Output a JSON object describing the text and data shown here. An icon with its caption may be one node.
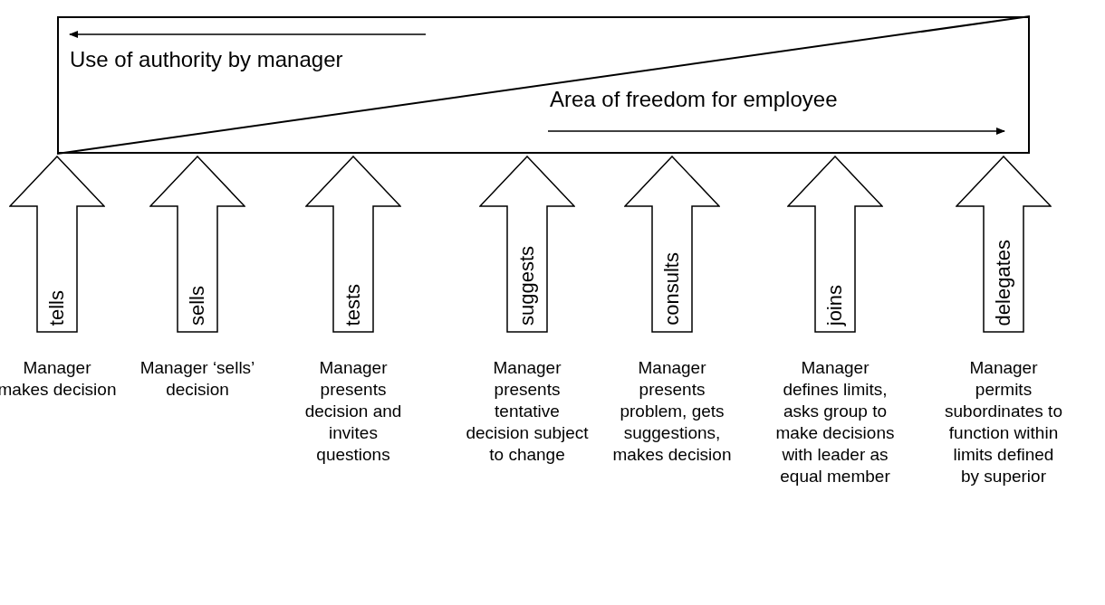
{
  "diagram": {
    "nodes": [
      {
        "text": [
          "Use of authority by manager",
          "Area of freedom for employee"
        ]
      },
      {
        "text": [
          "tells"
        ],
        "beside": [
          "Manager makes decision"
        ]
      },
      {
        "text": [
          "sells"
        ],
        "beside": [
          "Manager ‘sells’ decision"
        ]
      },
      {
        "text": [
          "tests"
        ],
        "beside": [
          "Manager presents decision and invites questions"
        ]
      },
      {
        "text": [
          "suggests"
        ],
        "beside": [
          "Manager presents tentative decision subject to change"
        ]
      },
      {
        "text": [
          "consults"
        ],
        "beside": [
          "Manager presents problem, gets suggestions, makes decision"
        ]
      },
      {
        "text": [
          "joins"
        ],
        "beside": [
          "Manager defines limits, asks group to make decisions with leader as equal member"
        ]
      },
      {
        "text": [
          "delegates"
        ],
        "beside": [
          "Manager permits subordinates to function within limits defined by superior"
        ]
      }
    ],
    "edges": []
  }
}
